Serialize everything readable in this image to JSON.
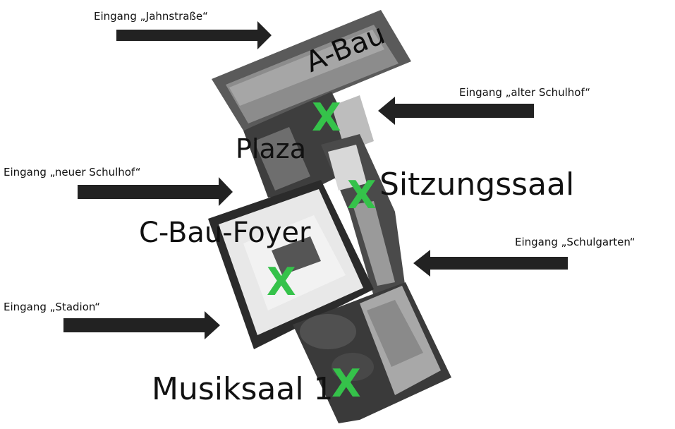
{
  "entrances": [
    {
      "id": "jahnstrasse",
      "label": "Eingang „Jahnstraße“"
    },
    {
      "id": "alter-schulhof",
      "label": "Eingang „alter Schulhof“"
    },
    {
      "id": "neuer-schulhof",
      "label": "Eingang „neuer Schulhof“"
    },
    {
      "id": "schulgarten",
      "label": "Eingang „Schulgarten“"
    },
    {
      "id": "stadion",
      "label": "Eingang „Stadion“"
    }
  ],
  "rooms": [
    {
      "id": "a-bau",
      "label": "A-Bau"
    },
    {
      "id": "plaza",
      "label": "Plaza"
    },
    {
      "id": "sitzungssaal",
      "label": "Sitzungssaal"
    },
    {
      "id": "c-bau-foyer",
      "label": "C-Bau-Foyer"
    },
    {
      "id": "musiksaal",
      "label": "Musiksaal 1"
    }
  ],
  "marker_symbol": "X",
  "colors": {
    "marker": "#35c24a",
    "arrow": "#222222"
  }
}
